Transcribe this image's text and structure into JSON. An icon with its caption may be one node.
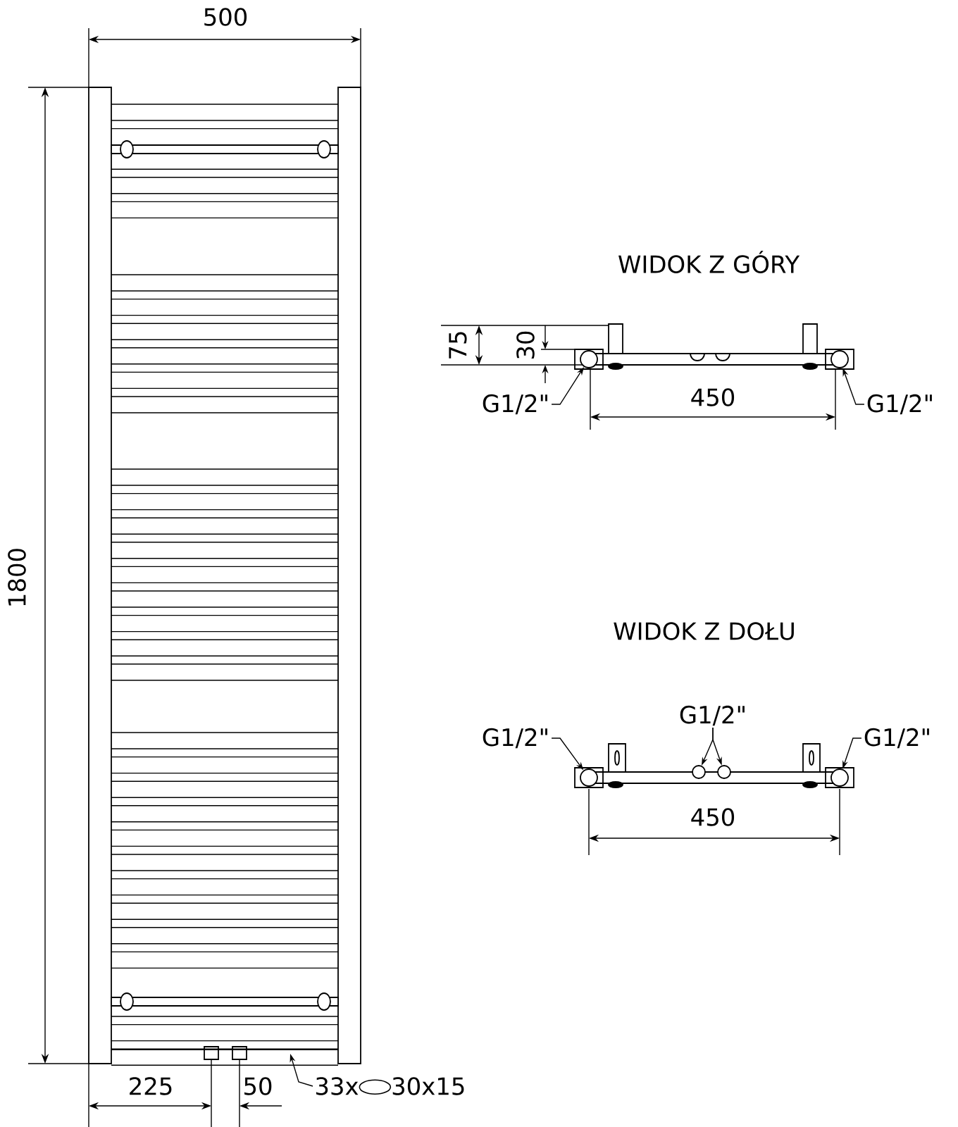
{
  "diagram": {
    "nodes": [
      {
        "text": [
          "G1/2\""
        ]
      },
      {
        "text": [],
        "shape": "circle"
      },
      {
        "text": [
          "G1/2\""
        ]
      },
      {
        "text": [],
        "shape": "circle"
      },
      {
        "text": [
          "G1/2\""
        ]
      },
      {
        "text": [],
        "shape": "circle"
      },
      {
        "text": [
          "G1/2\""
        ]
      },
      {
        "text": [],
        "shape": "circle"
      },
      {
        "text": [],
        "shape": "circle"
      },
      {
        "text": [
          "G1/2\""
        ]
      },
      {
        "text": [],
        "shape": "circle"
      },
      {
        "text": [
          "33x",
          "30x15"
        ]
      }
    ],
    "edges": [
      {
        "from": 0,
        "to": 1,
        "arrow": "to"
      },
      {
        "from": 2,
        "to": 3,
        "arrow": "to"
      },
      {
        "from": 4,
        "to": 5,
        "arrow": "to"
      },
      {
        "from": 6,
        "to": 7,
        "arrow": "to"
      },
      {
        "from": 6,
        "to": 8,
        "arrow": "to"
      },
      {
        "from": 9,
        "to": 10,
        "arrow": "to"
      },
      {
        "from": 11,
        "to": null,
        "arrow": "to"
      }
    ],
    "labels": [
      "500",
      "1800",
      "WIDOK Z GÓRY",
      "75",
      "30",
      "450",
      "WIDOK Z DOŁU",
      "450",
      "225",
      "50"
    ]
  }
}
